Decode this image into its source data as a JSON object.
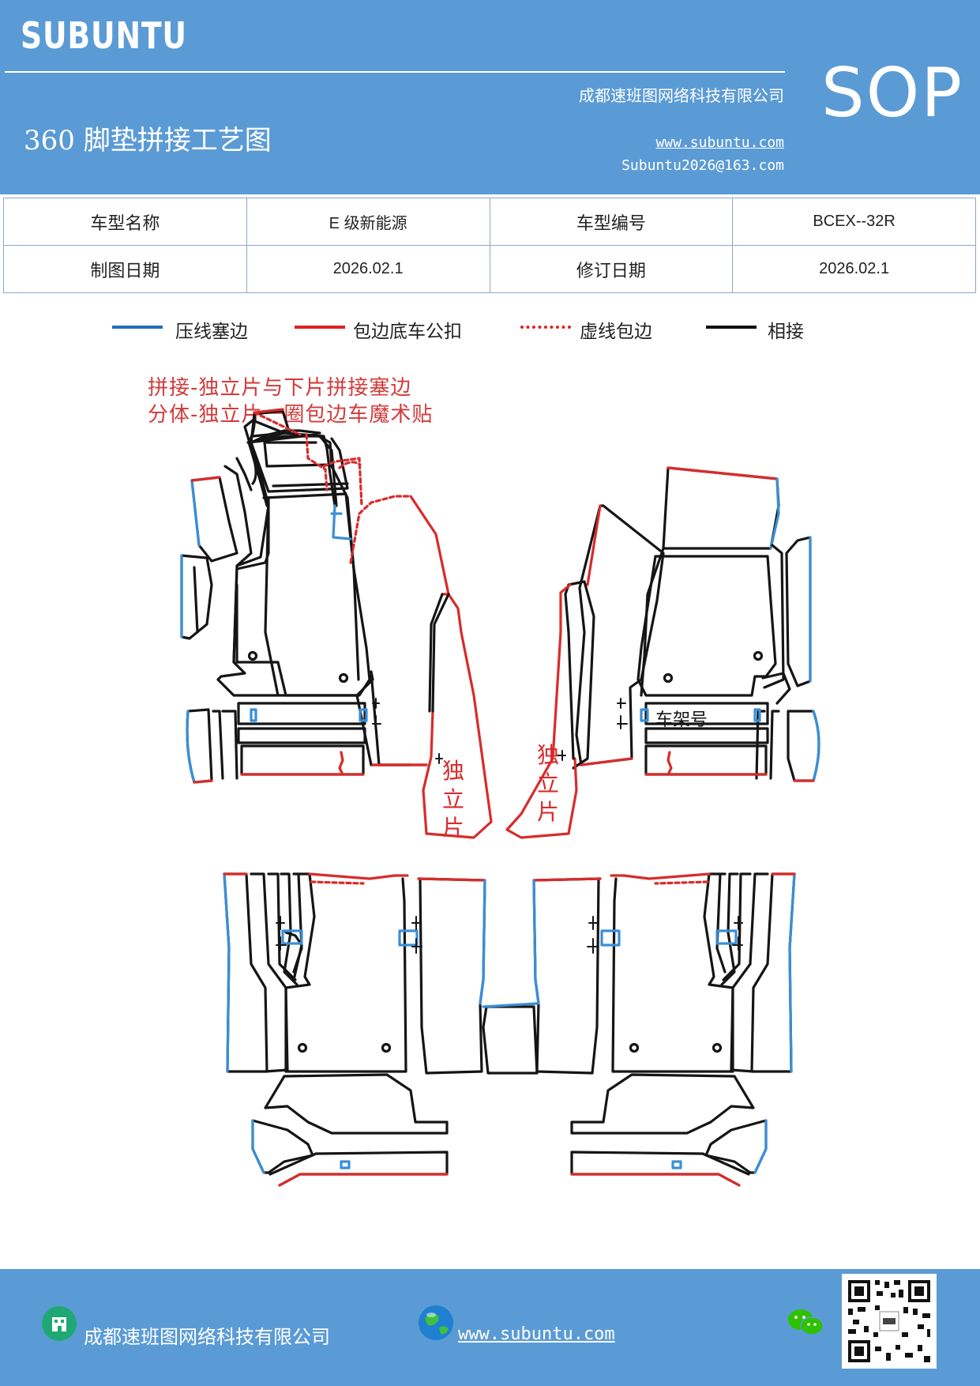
{
  "header": {
    "brand": "SUBUNTU",
    "doc_type": "SOP",
    "company": "成都速班图网络科技有限公司",
    "title": "360 脚垫拼接工艺图",
    "website": "www.subuntu.com",
    "email": "Subuntu2026@163.com"
  },
  "info_table": {
    "rows": [
      [
        "车型名称",
        "E 级新能源",
        "车型编号",
        "BCEX--32R"
      ],
      [
        "制图日期",
        "2026.02.1",
        "修订日期",
        "2026.02.1"
      ]
    ]
  },
  "legend": [
    {
      "label": "压线塞边",
      "color": "#1f6fbf",
      "style": "solid"
    },
    {
      "label": "包边底车公扣",
      "color": "#e02020",
      "style": "solid"
    },
    {
      "label": "虚线包边",
      "color": "#e02020",
      "style": "dotted"
    },
    {
      "label": "相接",
      "color": "#111111",
      "style": "solid"
    }
  ],
  "notes": [
    "拼接-独立片与下片拼接塞边",
    "分体-独立片一圈包边车魔术贴"
  ],
  "diagram": {
    "left_piece_label": "独立片",
    "right_piece_label": "独立片",
    "frame_label": "车架号",
    "colors": {
      "blue": "#3a8fd6",
      "red": "#d92b2b",
      "black": "#151515"
    }
  },
  "footer": {
    "company": "成都速班图网络科技有限公司",
    "website": "www.subuntu.com"
  },
  "icons": {
    "company": "building-icon",
    "web": "globe-icon",
    "wechat": "wechat-icon",
    "qr": "qr-code-icon"
  }
}
